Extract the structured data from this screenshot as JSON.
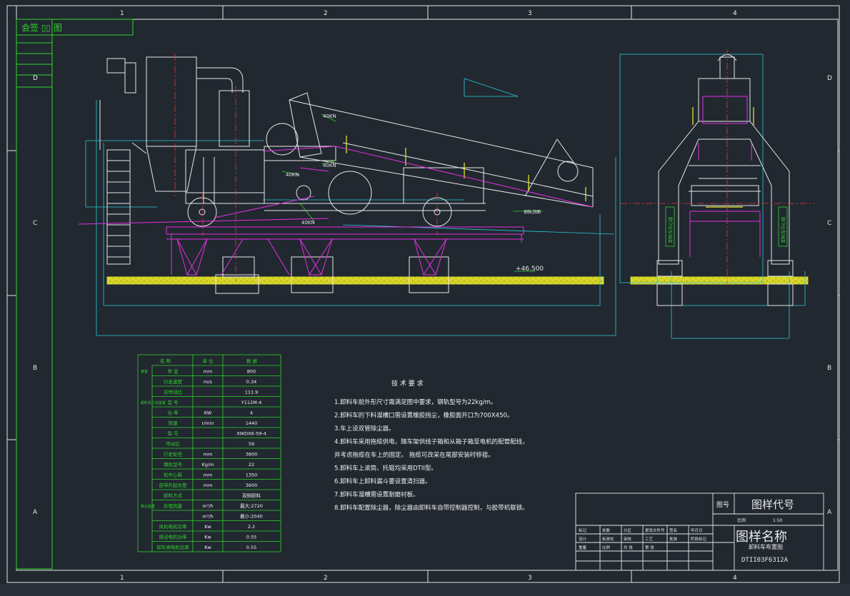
{
  "zones": {
    "columns": [
      "1",
      "2",
      "3",
      "4"
    ],
    "rows": [
      "D",
      "C",
      "B",
      "A"
    ]
  },
  "drawing": {
    "top_left_stamp": "会签 ▯▯ 图",
    "load_labels": [
      "40KN",
      "40KN",
      "40KN",
      "40KN"
    ],
    "section_label": "钢轨顶面",
    "elevation": "+46.500",
    "side_labels": [
      "卸料车中心线",
      "卸料车中心线"
    ]
  },
  "spec_table": {
    "headers": [
      "名 称",
      "单 位",
      "数 据"
    ],
    "rows": [
      {
        "group": "带宽",
        "name": "带 宽",
        "unit": "mm",
        "value": "800"
      },
      {
        "group": "",
        "name": "行走速度",
        "unit": "m/s",
        "value": "0.34"
      },
      {
        "group": "",
        "name": "总传动比",
        "unit": "",
        "value": "111.9"
      },
      {
        "group": "卸料车行走装置",
        "name": "型 号",
        "unit": "",
        "value": "Y112M-4"
      },
      {
        "group": "",
        "name": "功 率",
        "unit": "KW",
        "value": "4"
      },
      {
        "group": "",
        "name": "转速",
        "unit": "r/min",
        "value": "1440"
      },
      {
        "group": "",
        "name": "型 号",
        "unit": "",
        "value": "XWDX6-59-4"
      },
      {
        "group": "",
        "name": "传动比",
        "unit": "",
        "value": "59"
      },
      {
        "group": "",
        "name": "行走轮径",
        "unit": "mm",
        "value": "3800"
      },
      {
        "group": "",
        "name": "钢轨型号",
        "unit": "Kg/m",
        "value": "22"
      },
      {
        "group": "",
        "name": "轨中心距",
        "unit": "mm",
        "value": "1350"
      },
      {
        "group": "",
        "name": "皮带升起长度",
        "unit": "mm",
        "value": "3600"
      },
      {
        "group": "",
        "name": "卸料方式",
        "unit": "",
        "value": "双侧卸料"
      },
      {
        "group": "除尘装置",
        "name": "处理风量",
        "unit": "m³/h",
        "value": "最大:2720"
      },
      {
        "group": "",
        "name": "",
        "unit": "m³/h",
        "value": "最小:2040"
      },
      {
        "group": "",
        "name": "风机电机功率",
        "unit": "Kw",
        "value": "2.2"
      },
      {
        "group": "",
        "name": "振动电机功率",
        "unit": "Kw",
        "value": "0.55"
      },
      {
        "group": "",
        "name": "卸灰阀电机功率",
        "unit": "Kw",
        "value": "0.55"
      }
    ]
  },
  "tech_requirements": {
    "title": "技 术 要 求",
    "items": [
      "1.卸料车前外形尺寸需满足图中要求，钢轨型号为22kg/m。",
      "2.卸料车的下料溜槽口需设置橡胶挡尘，橡胶面开口为700X450。",
      "3.车上设双管除尘器。",
      "4.卸料车采用拖缆供电，随车架供线子箱和从箱子箱至电机的配管配线，",
      "   并考虑拖缆在车上的固定。     拖缆可改采在尾部安装时移接。",
      "5.卸料车上滚筒、托辊均采用DTII型。",
      "6.卸料车上卸料漏斗要设置清扫器。",
      "7.卸料车溜槽需设置耐磨衬板。",
      "8.卸料车配置除尘器，除尘器由卸料车自带控制器控制，与胶带机联锁。"
    ]
  },
  "title_block": {
    "code_label": "图号",
    "code_value": "图样代号",
    "name_value": "图样名称",
    "subtitle": "卸料车布置图",
    "drawing_number": "DTII03F6312A",
    "small_cells": [
      "标记",
      "处数",
      "分区",
      "更改文件号",
      "签名",
      "年月日",
      "设计",
      "标准化",
      "审核",
      "工艺",
      "批准",
      "阶段标记",
      "重量",
      "比例",
      "共  张",
      "第  张"
    ],
    "right_cells": [
      "比例",
      "1:50"
    ]
  },
  "colors": {
    "background": "#212830",
    "frame": "#e8e8e8",
    "green": "#31d32b",
    "cyan": "#29c8d8",
    "magenta": "#e52ee5",
    "yellow": "#f2f230",
    "red": "#e23a3a",
    "white": "#f2f2f2",
    "gray": "#9aa3ad"
  }
}
